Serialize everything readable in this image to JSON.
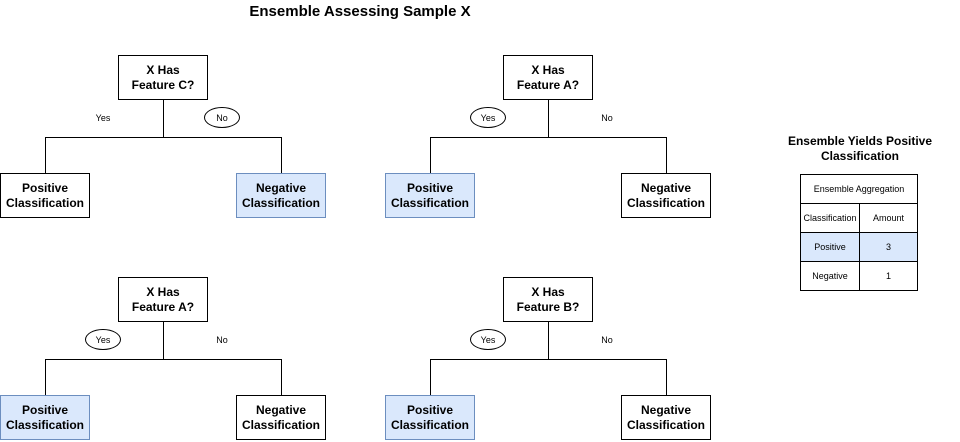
{
  "title": "Ensemble Assessing Sample X",
  "trees": [
    {
      "question": "X Has\nFeature C?",
      "yes_label": "Yes",
      "no_label": "No",
      "circled": "no",
      "left_leaf": "Positive\nClassification",
      "right_leaf": "Negative\nClassification",
      "highlighted": "right"
    },
    {
      "question": "X Has\nFeature A?",
      "yes_label": "Yes",
      "no_label": "No",
      "circled": "yes",
      "left_leaf": "Positive\nClassification",
      "right_leaf": "Negative\nClassification",
      "highlighted": "left"
    },
    {
      "question": "X Has\nFeature A?",
      "yes_label": "Yes",
      "no_label": "No",
      "circled": "yes",
      "left_leaf": "Positive\nClassification",
      "right_leaf": "Negative\nClassification",
      "highlighted": "left"
    },
    {
      "question": "X Has\nFeature B?",
      "yes_label": "Yes",
      "no_label": "No",
      "circled": "yes",
      "left_leaf": "Positive\nClassification",
      "right_leaf": "Negative\nClassification",
      "highlighted": "left"
    }
  ],
  "summary": {
    "title": "Ensemble Yields Positive\nClassification",
    "table_title": "Ensemble Aggregation",
    "headers": [
      "Classification",
      "Amount"
    ],
    "rows": [
      {
        "label": "Positive",
        "amount": "3",
        "highlighted": true
      },
      {
        "label": "Negative",
        "amount": "1",
        "highlighted": false
      }
    ]
  },
  "colors": {
    "highlight_fill": "#dae8fc",
    "highlight_border": "#6c8ebf"
  }
}
